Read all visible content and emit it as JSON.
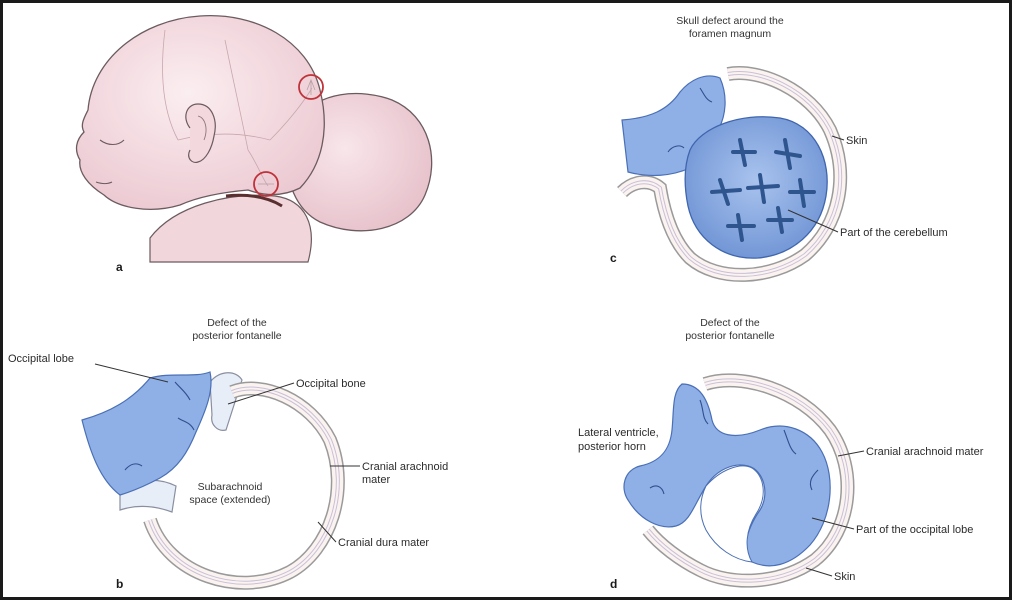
{
  "panels": {
    "a": {
      "letter": "a"
    },
    "b": {
      "letter": "b",
      "caption": [
        "Defect of the",
        "posterior fontanelle"
      ],
      "labels": {
        "occipital_lobe": "Occipital lobe",
        "occipital_bone": "Occipital bone",
        "space": [
          "Subarachnoid",
          "space (extended)"
        ],
        "arachnoid": [
          "Cranial arachnoid",
          "mater"
        ],
        "dura": "Cranial dura mater"
      }
    },
    "c": {
      "letter": "c",
      "caption": [
        "Skull defect around the",
        "foramen magnum"
      ],
      "labels": {
        "skin": "Skin",
        "cerebellum": "Part of the cerebellum"
      }
    },
    "d": {
      "letter": "d",
      "caption": [
        "Defect of the",
        "posterior fontanelle"
      ],
      "labels": {
        "ventricle": [
          "Lateral ventricle,",
          "posterior horn"
        ],
        "arachnoid": "Cranial arachnoid mater",
        "occipital_lobe": "Part of the occipital lobe",
        "skin": "Skin"
      }
    }
  },
  "colors": {
    "skin": "#f6dfe3",
    "brain": "#8fb0e6",
    "circle": "#c0323a"
  }
}
